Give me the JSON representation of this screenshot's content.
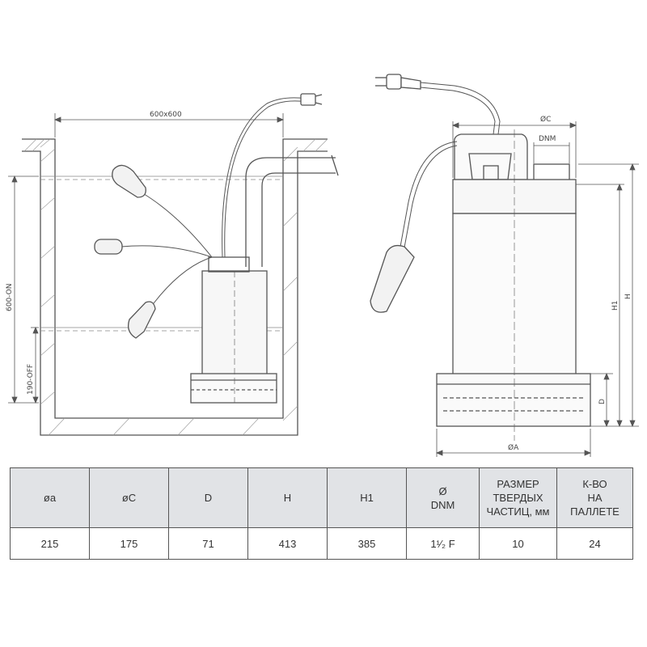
{
  "drawing_left": {
    "pit_width_label": "600x600",
    "on_level_label": "600-ON",
    "off_level_label": "190-OFF"
  },
  "drawing_right": {
    "dim_c": "ØC",
    "dim_dnm": "DNM",
    "dim_h": "H",
    "dim_h1": "H1",
    "dim_d": "D",
    "dim_a": "ØA"
  },
  "table": {
    "headers": [
      "øa",
      "øC",
      "D",
      "H",
      "H1",
      "Ø\nDNM",
      "РАЗМЕР\nТВЕРДЫХ\nЧАСТИЦ, мм",
      "К-ВО\nНА\nПАЛЛЕТЕ"
    ],
    "row": [
      "215",
      "175",
      "71",
      "413",
      "385",
      "1¹⁄₂ F",
      "10",
      "24"
    ]
  }
}
